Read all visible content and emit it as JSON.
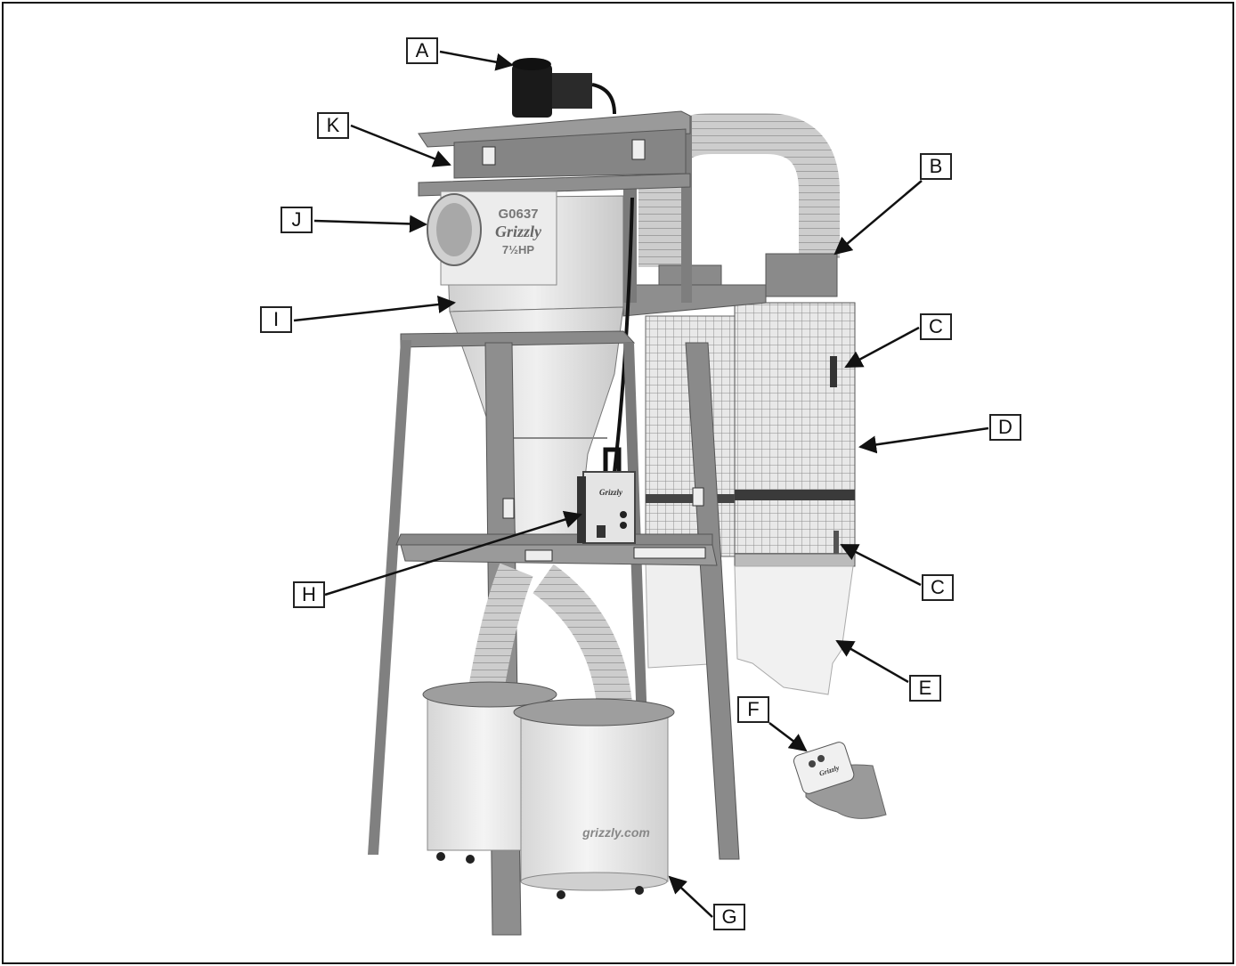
{
  "diagram": {
    "product": {
      "model": "G0637",
      "brand": "Grizzly",
      "power": "7½HP",
      "website": "grizzly.com",
      "remote_brand": "Grizzly",
      "switch_brand": "Grizzly"
    },
    "callouts": {
      "A": "A",
      "B": "B",
      "C_top": "C",
      "C_bottom": "C",
      "D": "D",
      "E": "E",
      "F": "F",
      "G": "G",
      "H": "H",
      "I": "I",
      "J": "J",
      "K": "K"
    },
    "colors": {
      "frame": "#8a8a8a",
      "frame_dark": "#6e6e6e",
      "body": "#dcdcdc",
      "motor": "#1a1a1a",
      "hose": "#c8c8c8",
      "filter": "#e6e6e6",
      "bag": "#eeeeee",
      "drum": "#e4e4e4",
      "callout_border": "#222222"
    }
  }
}
